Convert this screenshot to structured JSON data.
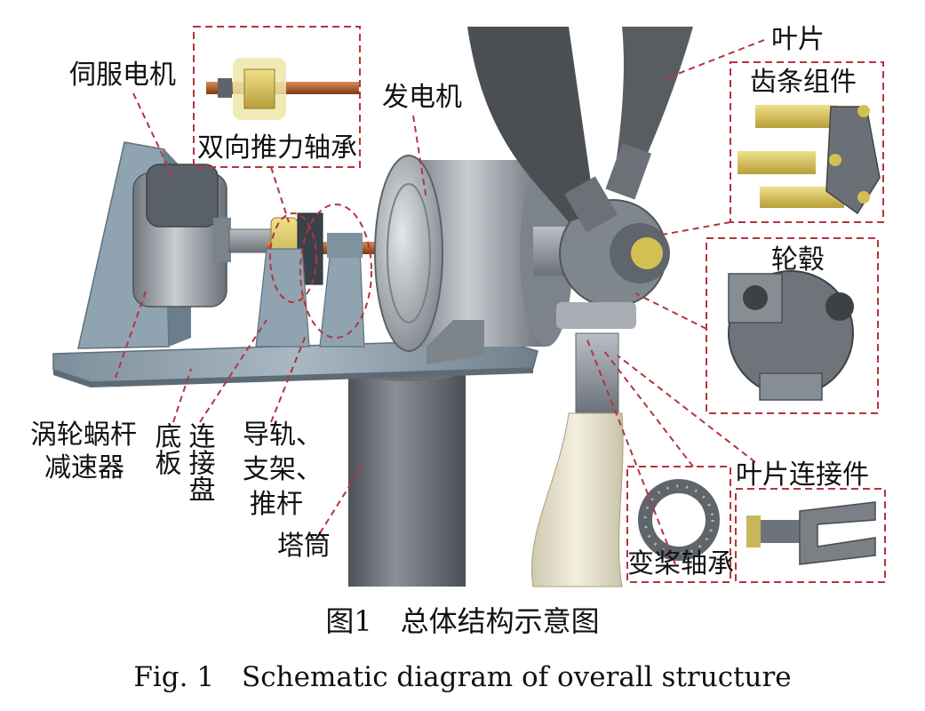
{
  "labels": {
    "servo_motor": "伺服电机",
    "thrust_bearing": "双向推力轴承",
    "generator": "发电机",
    "blade": "叶片",
    "rack_assembly": "齿条组件",
    "hub": "轮毂",
    "worm_reducer_line1": "涡轮蜗杆",
    "worm_reducer_line2": "减速器",
    "base_plate": "底板",
    "connecting_plate": "连接盘",
    "guide_line1": "导轨、",
    "guide_line2": "支架、",
    "guide_line3": "推杆",
    "tower": "塔筒",
    "blade_connector": "叶片连接件",
    "pitch_bearing": "变桨轴承"
  },
  "caption": {
    "cn": "图1　总体结构示意图",
    "en": "Fig. 1　Schematic diagram of overall structure"
  },
  "colors": {
    "steel": "#8f969e",
    "steel_dark": "#5f656c",
    "steel_light": "#c3c8cd",
    "blade": "#4b4f54",
    "blade_light": "#e9e4cf",
    "brass": "#d8c35a",
    "copper": "#b05e2e",
    "callout": "#b5343f"
  }
}
